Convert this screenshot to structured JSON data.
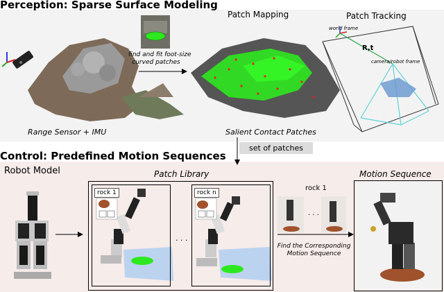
{
  "perception": {
    "heading": "Perception: Sparse Surface Modeling",
    "fit_caption_line1": "find and fit foot-size",
    "fit_caption_line2": "curved patches",
    "patch_mapping": "Patch Mapping",
    "patch_tracking": "Patch Tracking",
    "world_frame": "world frame",
    "rt": "R,t",
    "camera_frame": "camera/robot frame",
    "range_sensor": "Range Sensor + IMU",
    "salient_patches": "Salient Contact Patches"
  },
  "connector": {
    "set_of_patches": "set of patches"
  },
  "control": {
    "heading": "Control: Predefined Motion Sequences",
    "robot_model": "Robot Model",
    "patch_library": "Patch Library",
    "rock_1": "rock 1",
    "rock_n": "rock n",
    "ellipsis": ". . .",
    "rock_1_top": "rock 1",
    "motion_dots": ". . .",
    "find_line1": "Find the Corresponding",
    "find_line2": "Motion Sequence",
    "motion_sequence": "Motion Sequence"
  },
  "colors": {
    "patch_green": "#2ee81f",
    "frame_cyan": "#5fd3d6",
    "cloud_blue": "#6f9bd1",
    "rock_brown": "#a0522d"
  }
}
